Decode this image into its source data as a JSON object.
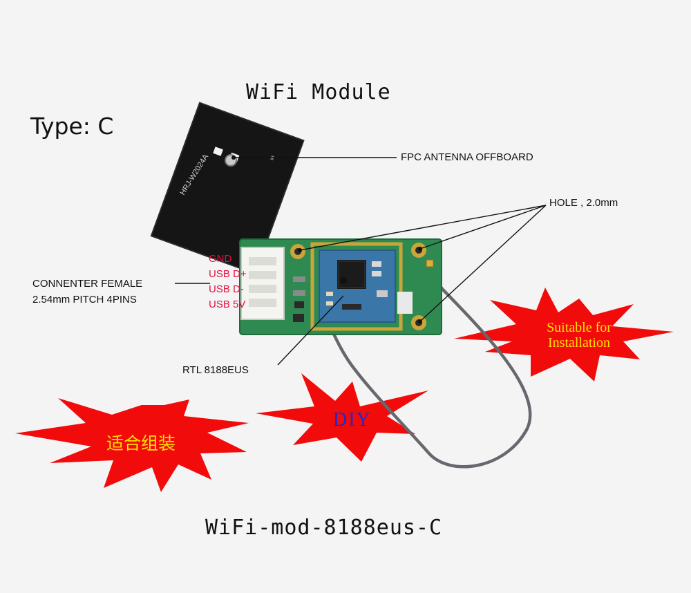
{
  "title": "WiFi Module",
  "type_label": "Type: C",
  "antenna_print": "HRJ-W2024A",
  "callouts": {
    "fpc_antenna": "FPC ANTENNA OFFBOARD",
    "hole": "HOLE , 2.0mm",
    "connector_line1": "CONNENTER FEMALE",
    "connector_line2": "2.54mm PITCH 4PINS",
    "chip": "RTL 8188EUS"
  },
  "pins": [
    "GND",
    "USB D+",
    "USB D-",
    "USB 5V"
  ],
  "badges": {
    "installation_line1": "Suitable for",
    "installation_line2": "Installation",
    "diy": "DIY",
    "chinese": "适合组装"
  },
  "model_name": "WiFi-mod-8188eus-C",
  "colors": {
    "background": "#f4f4f4",
    "burst_red": "#f10b0b",
    "badge_yellow": "#ffe100",
    "diy_blue": "#1a2bd1",
    "pin_text": "#e0113f",
    "pcb_green": "#2f8a52",
    "gold_trace": "#c9a53a"
  }
}
